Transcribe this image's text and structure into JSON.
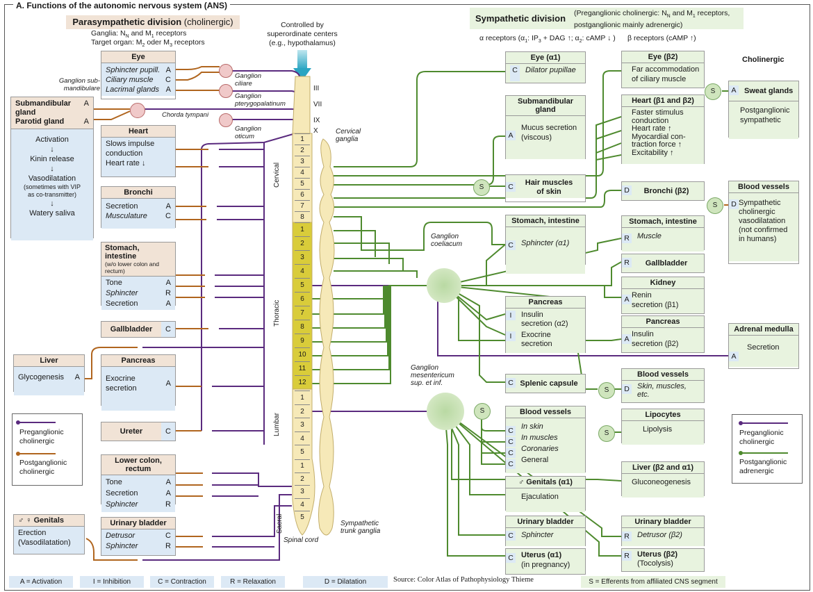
{
  "title": "A. Functions of the autonomic nervous system (ANS)",
  "para": {
    "header_a": "Parasympathetic division",
    "header_b": " (cholinergic)",
    "ganglia_line": "Ganglia: N",
    "ganglia_sub": "N",
    "ganglia_rest": " and M",
    "ganglia_sub2": "1",
    "ganglia_end": " receptors",
    "target_line": "Target organ: M",
    "target_sub": "2",
    "target_mid": " oder M",
    "target_sub2": "3",
    "target_end": " receptors"
  },
  "controlled": "Controlled by superordinate centers (e.g., hypothalamus)",
  "symp": {
    "header": "Sympathetic division",
    "sub1": "(Preganglionic cholinergic: N",
    "sub1_n": "N",
    "sub1_mid": " and M",
    "sub1_1": "1",
    "sub1_end": " receptors,",
    "sub2": "postganglionic mainly adrenergic)",
    "alpha": "α receptors (α",
    "alpha_1": "1",
    "alpha_mid": ": IP",
    "alpha_3": "3",
    "alpha_rest": " + DAG ↑; α",
    "alpha_2": "2",
    "alpha_end": ": cAMP ↓ )",
    "beta": "β receptors (cAMP ↑)"
  },
  "cholinergic_label": "Cholinergic",
  "para_boxes": {
    "eye": {
      "h": "Eye",
      "r1": "Sphincter pupill.",
      "c1": "A",
      "r2": "Ciliary muscle",
      "c2": "C",
      "r3": "Lacrimal glands",
      "c3": "A"
    },
    "submand": {
      "h1": "Submandibular",
      "h2": "gland",
      "h3": "Parotid gland",
      "c1": "A",
      "c2": "A",
      "l1": "Activation",
      "l2": "Kinin release",
      "l3": "Vasodilatation",
      "l4": "(sometimes with VIP",
      "l5": "as co-transmitter)",
      "l6": "Watery saliva",
      "arrow": "↓"
    },
    "heart": {
      "h": "Heart",
      "r1": "Slows impulse",
      "r1b": "conduction",
      "r2": "Heart rate ↓"
    },
    "bronchi": {
      "h": "Bronchi",
      "r1": "Secretion",
      "c1": "A",
      "r2": "Musculature",
      "c2": "C"
    },
    "stomach": {
      "h": "Stomach, intestine",
      "sub": "(w/o lower colon and rectum)",
      "r1": "Tone",
      "c1": "A",
      "r2": "Sphincter",
      "c2": "R",
      "r3": "Secretion",
      "c3": "A"
    },
    "gallbladder": {
      "h": "Gallbladder",
      "c": "C"
    },
    "liver": {
      "h": "Liver",
      "r1": "Glycogenesis",
      "c1": "A"
    },
    "pancreas": {
      "h": "Pancreas",
      "r1": "Exocrine",
      "r1b": "secretion",
      "c1": "A"
    },
    "ureter": {
      "h": "Ureter",
      "c": "C"
    },
    "colon": {
      "h": "Lower colon, rectum",
      "r1": "Tone",
      "c1": "A",
      "r2": "Secretion",
      "c2": "A",
      "r3": "Sphincter",
      "c3": "R"
    },
    "genitals": {
      "h": "♂ ♀  Genitals",
      "r1": "Erection",
      "r2": "(Vasodilatation)"
    },
    "bladder": {
      "h": "Urinary bladder",
      "r1": "Detrusor",
      "c1": "C",
      "r2": "Sphincter",
      "c2": "R"
    }
  },
  "ganglia_labels": {
    "ciliare": "Ganglion ciliare",
    "pterygo": "Ganglion pterygopalatinum",
    "oticum": "Ganglion oticum",
    "submand": "Ganglion sub-mandibulare",
    "chorda": "Chorda tympani",
    "cervical": "Cervical ganglia",
    "coeliacum": "Ganglion coeliacum",
    "mesent": "Ganglion mesentericum sup. et inf.",
    "trunk": "Sympathetic trunk ganglia",
    "cord": "Spinal cord"
  },
  "cranial": [
    "III",
    "VII",
    "IX",
    "X"
  ],
  "regions": {
    "cervical": "Cervical",
    "thoracic": "Thoracic",
    "lumbar": "Lumbar",
    "sacral": "Sacral"
  },
  "segments": {
    "cervical": [
      "1",
      "2",
      "3",
      "4",
      "5",
      "6",
      "7",
      "8"
    ],
    "thoracic": [
      "1",
      "2",
      "3",
      "4",
      "5",
      "6",
      "7",
      "8",
      "9",
      "10",
      "11",
      "12"
    ],
    "lumbar": [
      "1",
      "2",
      "3",
      "4",
      "5"
    ],
    "sacral": [
      "1",
      "2",
      "3",
      "4",
      "5"
    ]
  },
  "symp_boxes": {
    "eye_a1": {
      "h": "Eye (α1)",
      "r1": "Dilator pupillae",
      "c": "C"
    },
    "eye_b2": {
      "h": "Eye (β2)",
      "r1": "Far accommodation",
      "r1b": "of ciliary muscle"
    },
    "submand": {
      "h1": "Submandibular",
      "h2": "gland",
      "r1": "Mucus secretion",
      "r1b": "(viscous)",
      "c": "A"
    },
    "heart": {
      "h": "Heart (β1 and β2)",
      "r1": "Faster stimulus",
      "r1b": "conduction",
      "r2": "Heart rate ↑",
      "r3": "Myocardial con-",
      "r3b": "traction force ↑",
      "r4": "Excitability ↑"
    },
    "sweat": {
      "h": "Sweat glands",
      "r1": "Postganglionic",
      "r1b": "sympathetic",
      "c": "A",
      "s": "S"
    },
    "hair": {
      "h1": "Hair muscles",
      "h2": "of skin",
      "c": "C",
      "s": "S"
    },
    "bronchi": {
      "h": "Bronchi (β2)",
      "c": "D"
    },
    "vessels_c": {
      "h": "Blood vessels",
      "r1": "Sympathetic",
      "r2": "cholinergic",
      "r3": "vasodilatation",
      "r4": "(not confirmed",
      "r5": "in humans)",
      "c": "D",
      "s": "S"
    },
    "stomach_a": {
      "h": "Stomach, intestine",
      "r1": "Sphincter (α1)",
      "c": "C"
    },
    "stomach_b": {
      "h": "Stomach, intestine",
      "r1": "Muscle",
      "c": "R"
    },
    "gallbladder": {
      "h": "Gallbladder",
      "c": "R"
    },
    "kidney": {
      "h": "Kidney",
      "r1": "Renin",
      "r1b": "secretion (β1)",
      "c": "A"
    },
    "pancreas_a": {
      "h": "Pancreas",
      "r1": "Insulin",
      "r1b": "secretion (α2)",
      "c1": "I",
      "r2": "Exocrine",
      "r2b": "secretion",
      "c2": "I"
    },
    "pancreas_b": {
      "h": "Pancreas",
      "r1": "Insulin",
      "r1b": "secretion (β2)",
      "c": "A"
    },
    "adrenal": {
      "h": "Adrenal medulla",
      "r1": "Secretion",
      "c": "A"
    },
    "splenic": {
      "h": "Splenic capsule",
      "c": "C"
    },
    "vessels_a": {
      "h": "Blood vessels",
      "r1": "Skin, muscles,",
      "r1b": "etc.",
      "c": "D",
      "s": "S"
    },
    "vessels_b": {
      "h": "Blood vessels",
      "r1": "In skin",
      "r2": "In muscles",
      "r3": "Coronaries",
      "r4": "General",
      "c1": "C",
      "c2": "C",
      "c3": "C",
      "c4": "C",
      "s": "S"
    },
    "lipocytes": {
      "h": "Lipocytes",
      "r1": "Lipolysis",
      "s": "S"
    },
    "liver": {
      "h": "Liver (β2 and α1)",
      "r1": "Gluconeogenesis"
    },
    "genitals": {
      "h": "♂  Genitals (α1)",
      "r1": "Ejaculation"
    },
    "bladder_a": {
      "h": "Urinary bladder",
      "r1": "Sphincter",
      "c": "C"
    },
    "bladder_b": {
      "h": "Urinary bladder",
      "r1": "Detrusor (β2)",
      "c": "R"
    },
    "uterus_a": {
      "h": "Uterus (α1)",
      "r1": "(in pregnancy)",
      "c": "C"
    },
    "uterus_b": {
      "h": "Uterus (β2)",
      "r1": "(Tocolysis)",
      "c": "R"
    }
  },
  "legend_left": {
    "l1": "Preganglionic",
    "l1b": "cholinergic",
    "l2": "Postganglionic",
    "l2b": "cholinergic"
  },
  "legend_right": {
    "l1": "Preganglionic",
    "l1b": "cholinergic",
    "l2": "Postganglionic",
    "l2b": "adrenergic"
  },
  "bottom": {
    "a": "A = Activation",
    "i": "I = Inhibition",
    "c": "C = Contraction",
    "r": "R = Relaxation",
    "d": "D = Dilatation",
    "src": "Source: Color Atlas of Pathophysiology Thieme",
    "s": "S = Efferents from affiliated CNS segment"
  },
  "colors": {
    "pre": "#5a2a7e",
    "post_chol": "#b0651e",
    "post_adr": "#4e8a2e",
    "para_head": "#f1e3d6",
    "para_body": "#dce9f5",
    "symp": "#e8f3df",
    "spine_thoracic": "#d9cc3a",
    "spine": "#f6e9b8"
  }
}
